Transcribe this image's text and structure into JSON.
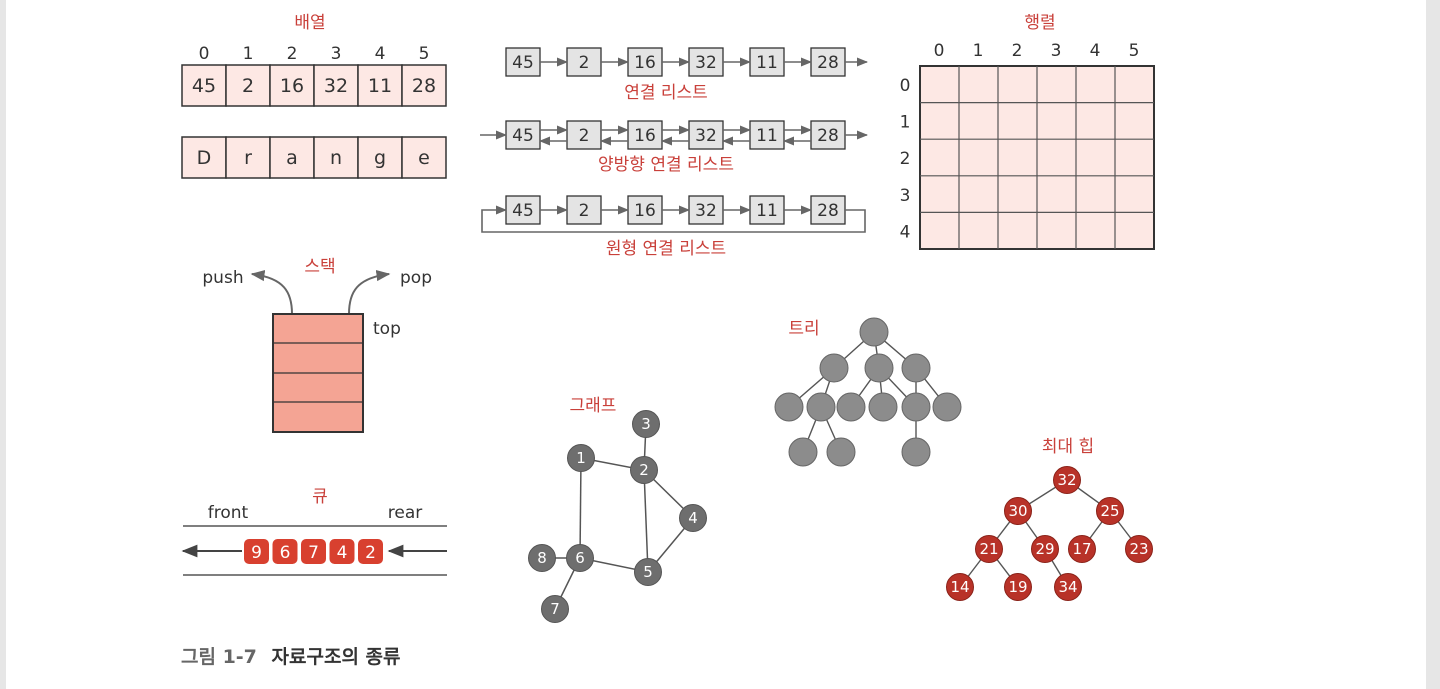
{
  "colors": {
    "accent": "#c9403a",
    "cell_fill": "#fde8e4",
    "node_gray": "#8c8c8c",
    "node_dark": "#6e6e6e",
    "stack_fill": "#f4a494",
    "queue_fill": "#d8402f",
    "heap_fill": "#b83228",
    "box_gray": "#e4e4e4"
  },
  "array": {
    "title": "배열",
    "indices": [
      "0",
      "1",
      "2",
      "3",
      "4",
      "5"
    ],
    "values": [
      "45",
      "2",
      "16",
      "32",
      "11",
      "28"
    ],
    "chars": [
      "D",
      "r",
      "a",
      "n",
      "g",
      "e"
    ]
  },
  "linked_list": {
    "single_label": "연결 리스트",
    "double_label": "양방향 연결 리스트",
    "circular_label": "원형 연결 리스트",
    "values": [
      "45",
      "2",
      "16",
      "32",
      "11",
      "28"
    ]
  },
  "matrix": {
    "title": "행렬",
    "col_labels": [
      "0",
      "1",
      "2",
      "3",
      "4",
      "5"
    ],
    "row_labels": [
      "0",
      "1",
      "2",
      "3",
      "4"
    ]
  },
  "stack": {
    "title": "스택",
    "push": "push",
    "pop": "pop",
    "top": "top"
  },
  "queue": {
    "title": "큐",
    "front": "front",
    "rear": "rear",
    "values": [
      "9",
      "6",
      "7",
      "4",
      "2"
    ]
  },
  "graph": {
    "title": "그래프",
    "nodes": [
      "3",
      "1",
      "2",
      "4",
      "8",
      "6",
      "5",
      "7"
    ]
  },
  "tree": {
    "title": "트리"
  },
  "heap": {
    "title": "최대 힙",
    "values": [
      "32",
      "30",
      "25",
      "21",
      "29",
      "17",
      "23",
      "14",
      "19",
      "34"
    ]
  },
  "caption": {
    "number": "그림 1-7",
    "text": "자료구조의 종류"
  }
}
